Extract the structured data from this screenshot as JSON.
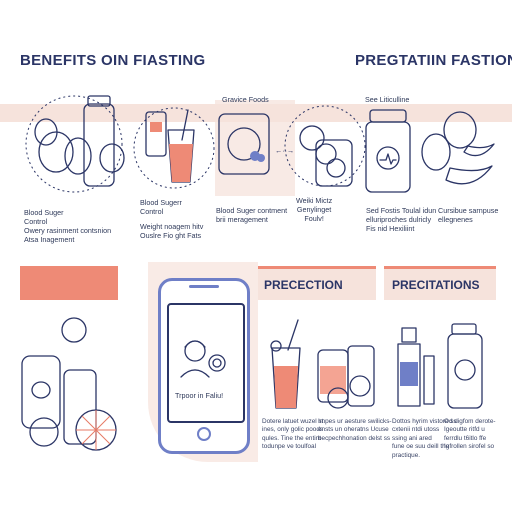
{
  "header": {
    "left_title": "BENEFITS OIN FIASTING",
    "right_title": "PREGTATIIN FASTIONS"
  },
  "top_row": {
    "foods_label": "Gravice Foods",
    "see_label": "See Liticulline",
    "col1": {
      "l1": "Blood Suger",
      "l2": "Control",
      "l3": "Owery rasinment contsnion",
      "l4": "Atsa Inagement"
    },
    "col2": {
      "l1": "Blood Sugerr",
      "l2": "Control",
      "l3": "Weight noagem hitv",
      "l4": "Ouslre Fio ght Fats"
    },
    "col3": {
      "l1": "Blood Suger contment",
      "l2": "brii meragement"
    },
    "col4": {
      "l1": "Weiki Mictz",
      "l2": "Genylinget",
      "l3": "Foulv!"
    },
    "col5": {
      "l1": "Sed Fostis Toulal idun",
      "l2": "elluriproches dulricly",
      "l3": "Fis nid Hexiliint"
    },
    "col6": {
      "l1": "Cursibue sarnpuse",
      "l2": "ellegnenes"
    }
  },
  "phone": {
    "caption": "Trpoor in Faliu!"
  },
  "sections": {
    "precection": "PRECECTION",
    "precitations": "PRECITATIONS"
  },
  "bottom_text": {
    "c1": [
      "Dotere latuet wuzel st",
      "ines, only golic poods",
      "qules. Tine the entint",
      "todunpe ve toulfoal"
    ],
    "c2": [
      "Impes ur aesture swilicks-",
      "ensts un oheratns Ucuse",
      "becpechhonation delst ss"
    ],
    "c3": [
      "Dottos hyrim vistore ss",
      "cxtenii ntdi utoss",
      "ssing ani ared",
      "fune oe suu deill the",
      "practique."
    ],
    "c4": [
      "Od digfom derote-",
      "Igeoutte ritfd u",
      "ferrdlu t6itlo ffe",
      "Igfrollen sirofel so"
    ]
  },
  "colors": {
    "accent": "#ee8a76",
    "band": "#f6e3dc",
    "ink": "#2b3566",
    "blue": "#6f7fc7"
  }
}
